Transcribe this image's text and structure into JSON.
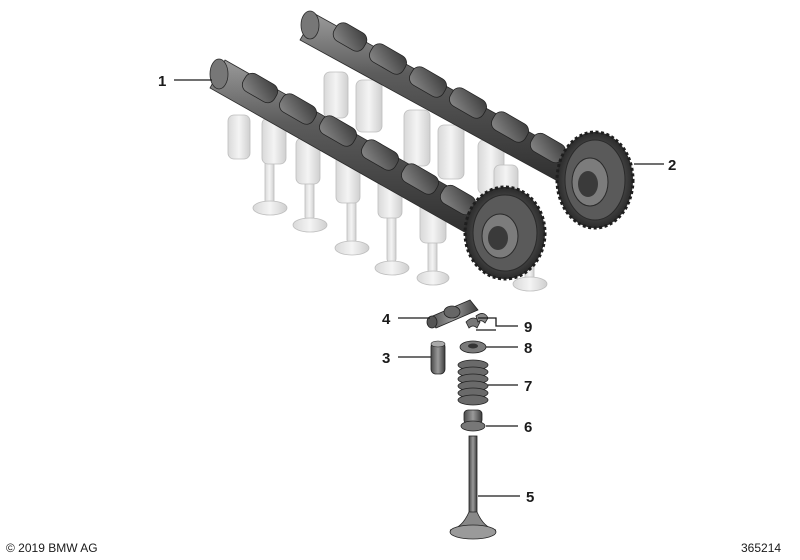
{
  "callouts": [
    {
      "id": "1",
      "label": "1",
      "part": "camshaft-intake"
    },
    {
      "id": "2",
      "label": "2",
      "part": "camshaft-exhaust"
    },
    {
      "id": "3",
      "label": "3",
      "part": "hydraulic-lash-adjuster"
    },
    {
      "id": "4",
      "label": "4",
      "part": "roller-rocker-arm"
    },
    {
      "id": "5",
      "label": "5",
      "part": "valve"
    },
    {
      "id": "6",
      "label": "6",
      "part": "valve-stem-seal"
    },
    {
      "id": "7",
      "label": "7",
      "part": "valve-spring"
    },
    {
      "id": "8",
      "label": "8",
      "part": "spring-retainer"
    },
    {
      "id": "9",
      "label": "9",
      "part": "valve-keepers"
    }
  ],
  "footer": {
    "copyright": "© 2019 BMW AG",
    "reference": "365214"
  }
}
